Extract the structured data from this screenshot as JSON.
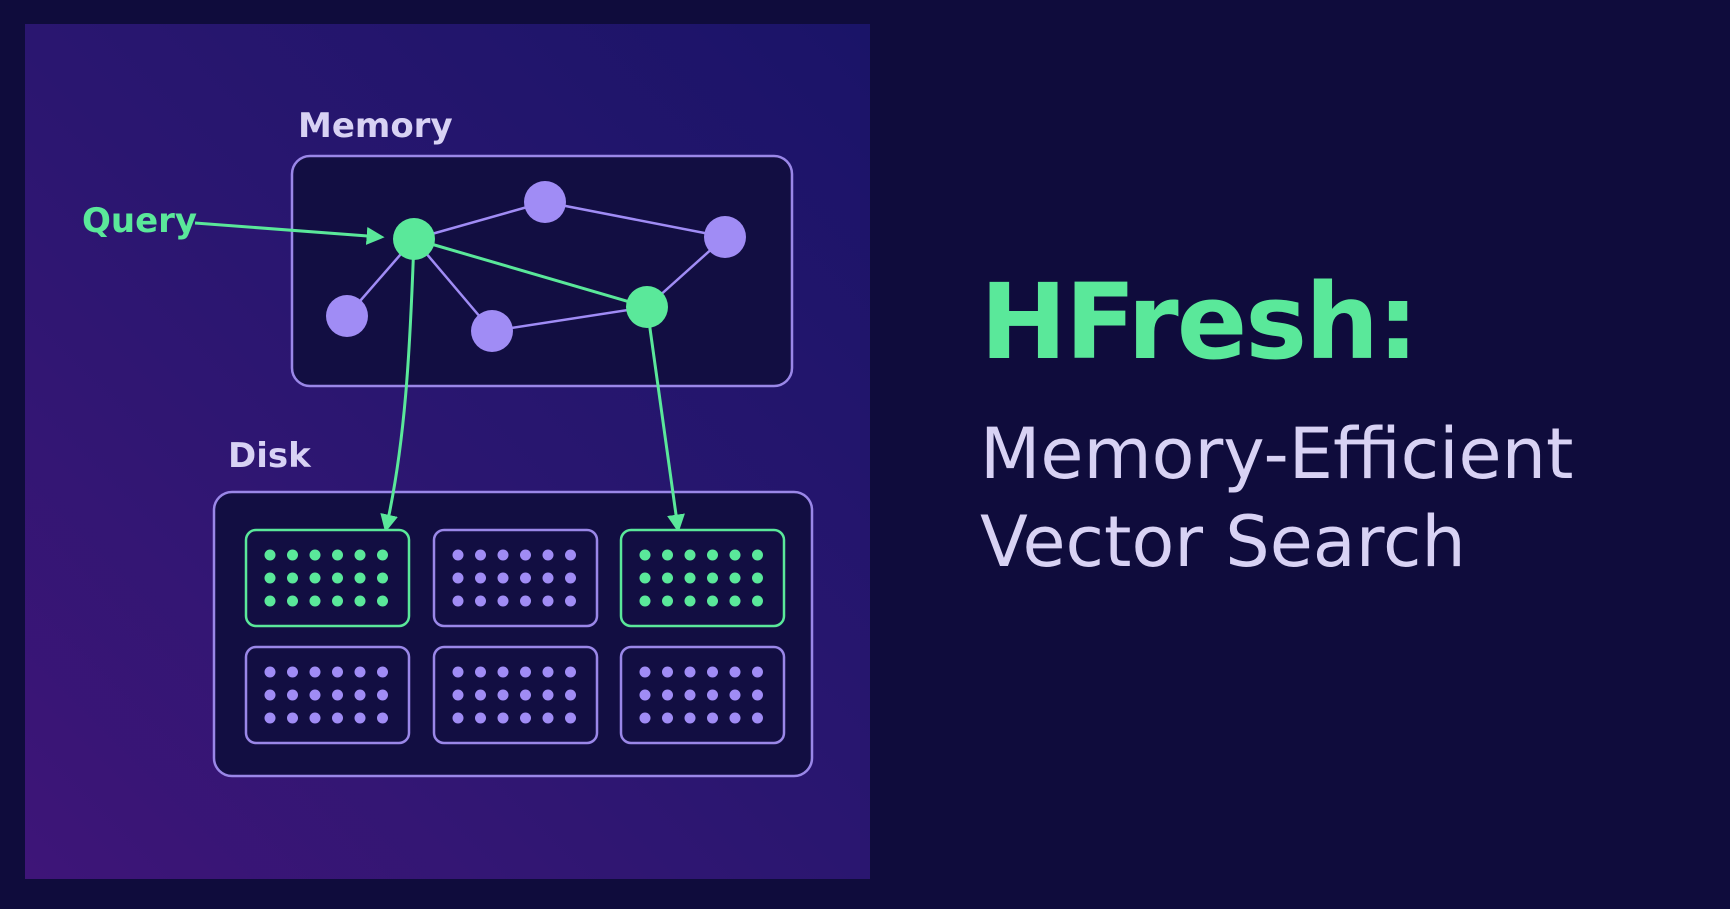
{
  "diagram": {
    "memory_label": "Memory",
    "disk_label": "Disk",
    "query_label": "Query"
  },
  "title": {
    "headline": "HFresh:",
    "line1": "Memory-Efficient",
    "line2": "Vector Search"
  },
  "colors": {
    "accent_green": "#5ae89a",
    "node_purple": "#a08cf5",
    "box_stroke": "#9a87e8",
    "panel_dark": "#120e42",
    "subtitle_text": "#d8d2f4"
  }
}
